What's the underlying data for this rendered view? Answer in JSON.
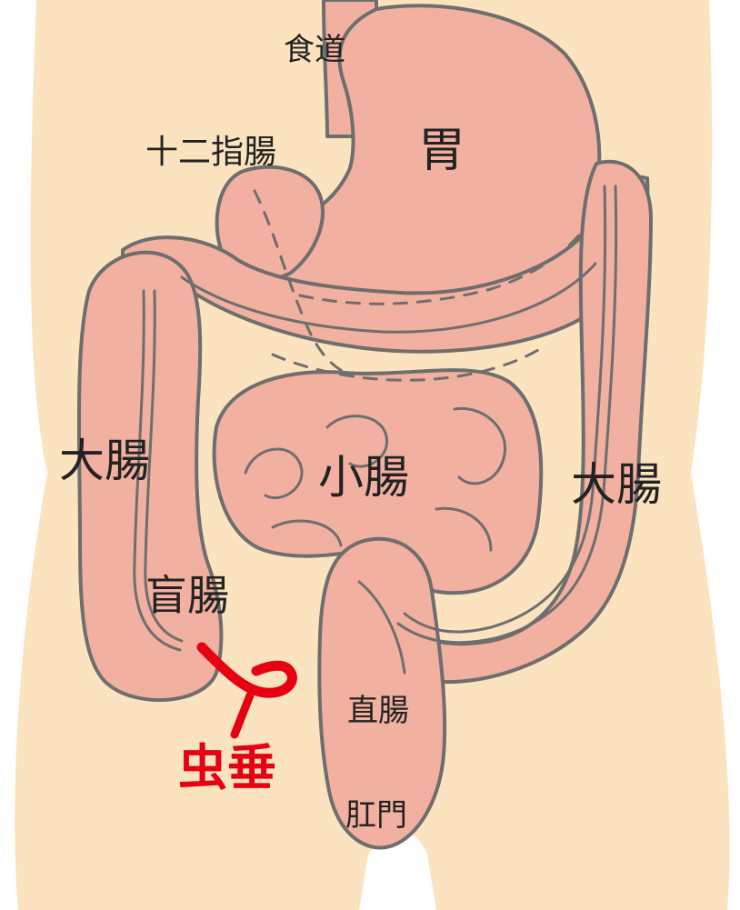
{
  "labels": {
    "esophagus": "食道",
    "stomach": "胃",
    "duodenum": "十二指腸",
    "large_intestine_left": "大腸",
    "large_intestine_right": "大腸",
    "small_intestine": "小腸",
    "cecum": "盲腸",
    "appendix": "虫垂",
    "rectum": "直腸",
    "anus": "肛門"
  },
  "colors": {
    "skin": "#fbe3bf",
    "organ": "#f2b0a0",
    "outline": "#6e6e6e",
    "highlight": "#e60012",
    "background": "#ffffff"
  }
}
